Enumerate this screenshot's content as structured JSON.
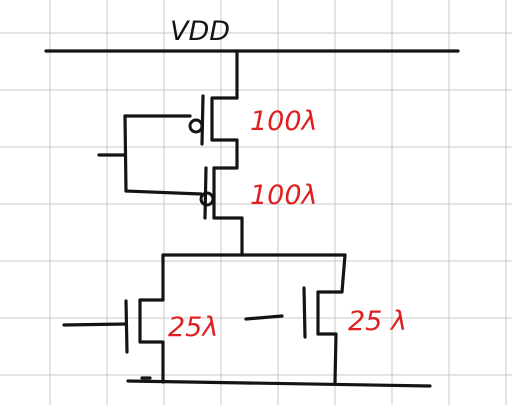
{
  "labels": {
    "supply": "VDD",
    "pmos_top": "100λ",
    "pmos_bottom": "100λ",
    "nmos_left": "25λ",
    "nmos_right": "25 λ"
  },
  "colors": {
    "ink": "#141414",
    "annotation": "#e02020",
    "grid": "#c9c9c9"
  }
}
